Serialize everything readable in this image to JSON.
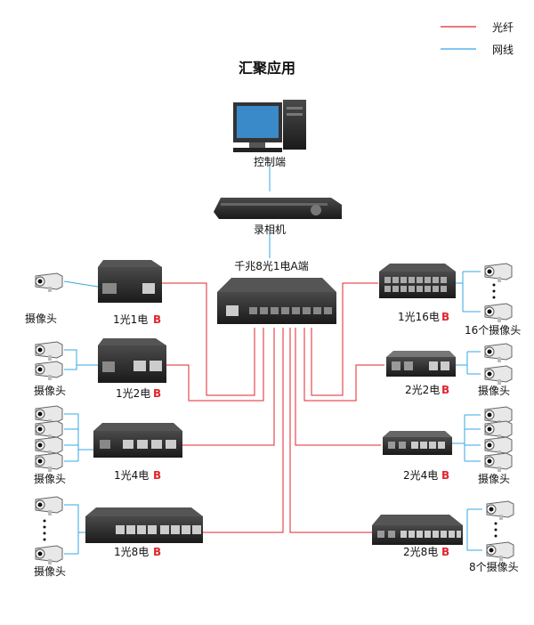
{
  "title": "汇聚应用",
  "legend": {
    "fiber": {
      "label": "光纤",
      "color": "#e0262e"
    },
    "network": {
      "label": "网线",
      "color": "#35a7e6"
    }
  },
  "control": {
    "label": "控制端"
  },
  "recorder": {
    "label": "录相机"
  },
  "hub": {
    "label": "千兆8光1电A端"
  },
  "devices": {
    "l1": {
      "name": "1光1电",
      "tag": "B"
    },
    "l2": {
      "name": "1光2电",
      "tag": "B"
    },
    "l3": {
      "name": "1光4电",
      "tag": "B"
    },
    "l4": {
      "name": "1光8电",
      "tag": "B"
    },
    "r1": {
      "name": "1光16电",
      "tag": "B"
    },
    "r2": {
      "name": "2光2电",
      "tag": "B"
    },
    "r3": {
      "name": "2光4电",
      "tag": "B"
    },
    "r4": {
      "name": "2光8电",
      "tag": "B"
    }
  },
  "camera": {
    "l1": "摄像头",
    "l2": "摄像头",
    "l3": "摄像头",
    "l4": "摄像头",
    "r1": "16个摄像头",
    "r2": "摄像头",
    "r3": "摄像头",
    "r4": "8个摄像头"
  }
}
